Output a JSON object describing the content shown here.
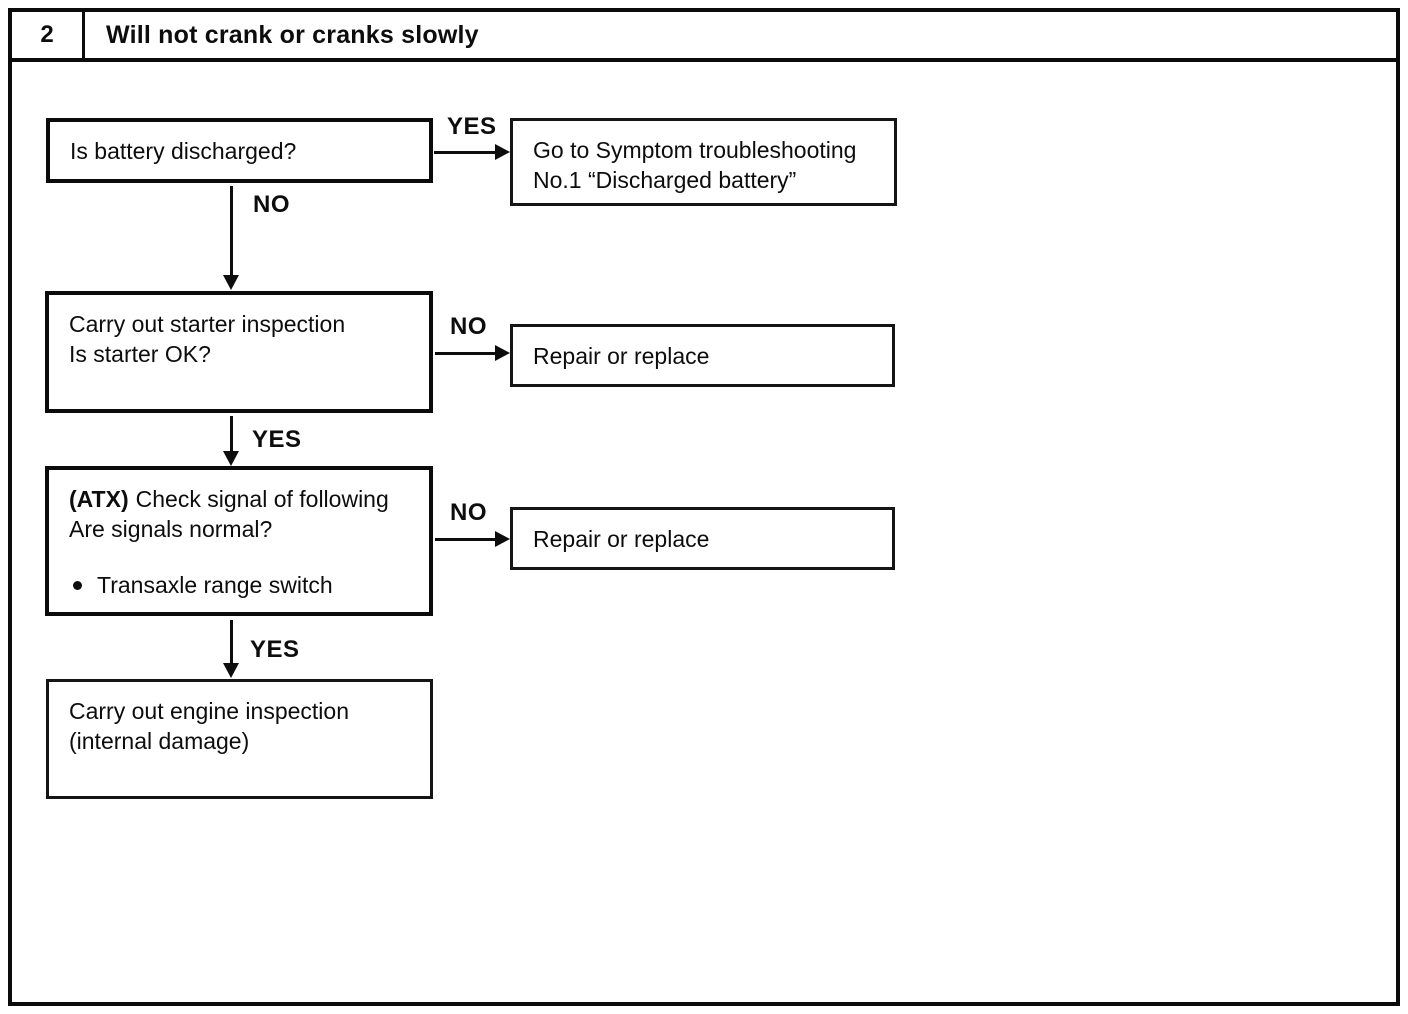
{
  "header": {
    "number": "2",
    "title": "Will not crank or cranks slowly"
  },
  "flow": {
    "box_battery": {
      "text": "Is battery discharged?"
    },
    "box_symptom": {
      "line1": "Go to Symptom troubleshooting",
      "line2": "No.1 “Discharged battery”"
    },
    "box_starter": {
      "line1": "Carry out starter inspection",
      "line2": "Is starter OK?"
    },
    "box_repair_1": {
      "text": "Repair or replace"
    },
    "box_atx": {
      "bold_prefix": "(ATX)",
      "line1_rest": "Check signal of following",
      "line2": "Are signals normal?",
      "bullet_item": "Transaxle range switch"
    },
    "box_repair_2": {
      "text": "Repair or replace"
    },
    "box_engine": {
      "line1": "Carry out engine inspection",
      "line2": "(internal damage)"
    },
    "labels": {
      "yes_battery": "YES",
      "no_battery": "NO",
      "no_starter": "NO",
      "yes_starter": "YES",
      "no_atx": "NO",
      "yes_atx": "YES"
    }
  },
  "colors": {
    "ink": "#0d0d0d",
    "paper": "#ffffff"
  }
}
